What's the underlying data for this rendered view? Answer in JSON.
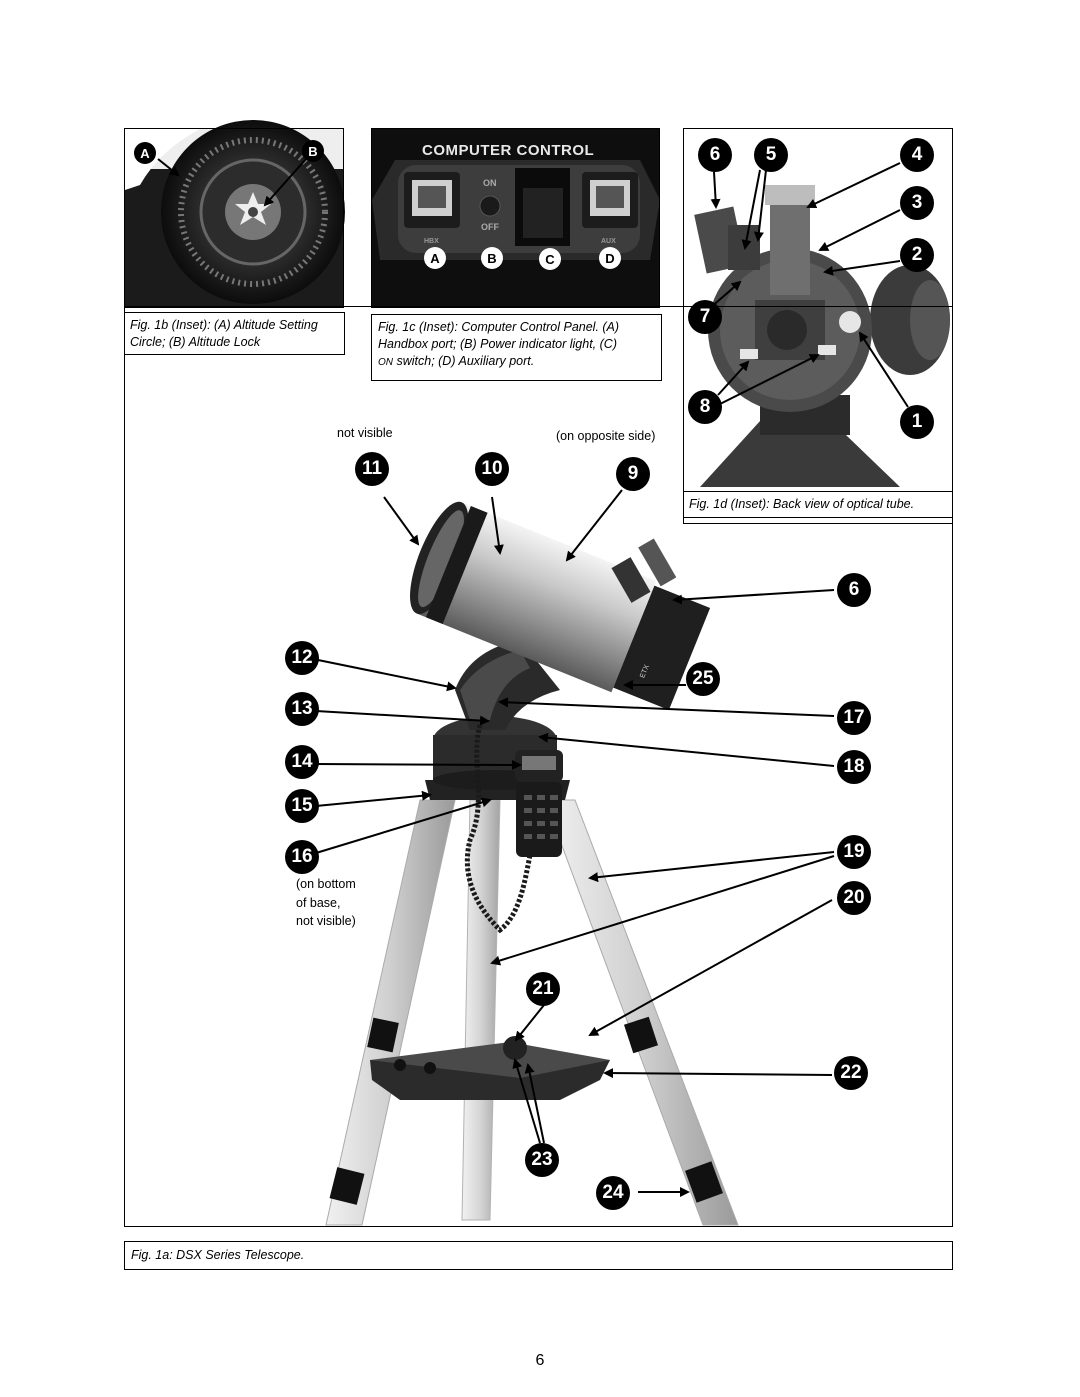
{
  "captions": {
    "fig1b": "Fig. 1b (Inset): (A) Altitude Setting Circle; (B) Altitude Lock",
    "fig1c_line1": "Fig. 1c (Inset): Computer Control Panel. (A)",
    "fig1c_line2": "Handbox port; (B) Power indicator light, (C)",
    "fig1c_line3_prefix": "ON",
    "fig1c_line3_rest": " switch; (D) Auxiliary port.",
    "fig1d": "Fig. 1d (Inset): Back view of optical tube.",
    "fig1a": "Fig. 1a: DSX Series Telescope."
  },
  "fig1b_badges": [
    "A",
    "B"
  ],
  "fig1c": {
    "panel_title": "COMPUTER CONTROL",
    "on_label": "ON",
    "off_label": "OFF",
    "port_labels": [
      "HBX",
      "AUX"
    ],
    "badges": [
      "A",
      "B",
      "C",
      "D"
    ]
  },
  "fig1d_badges": [
    "6",
    "5",
    "4",
    "3",
    "2",
    "7",
    "8",
    "1"
  ],
  "notes": {
    "not_visible": "not visible",
    "opposite_side": "on opposite side)",
    "bottom_line1": "(on bottom",
    "bottom_line2": "of base,",
    "bottom_line3": "not visible)"
  },
  "main_badges": [
    "11",
    "10",
    "9",
    "6",
    "12",
    "25",
    "13",
    "17",
    "14",
    "18",
    "15",
    "16",
    "19",
    "20",
    "21",
    "22",
    "23",
    "24"
  ],
  "telescope_brand": "ETX",
  "page_number": "6"
}
